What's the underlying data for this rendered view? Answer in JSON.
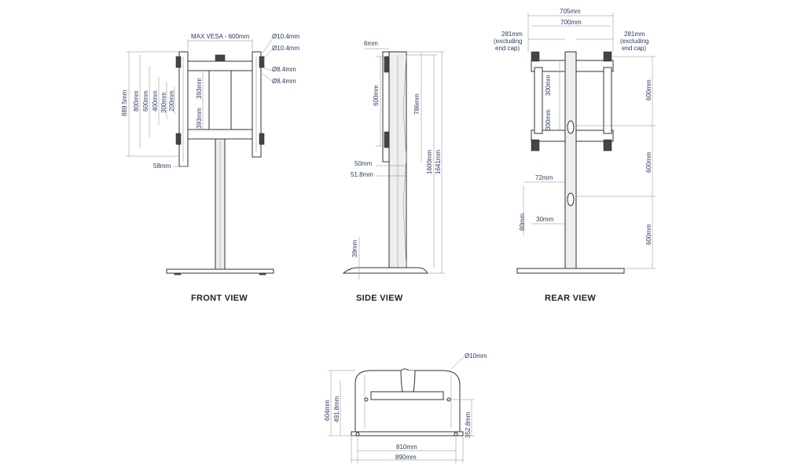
{
  "views": {
    "front": {
      "title": "FRONT VIEW",
      "dims": {
        "max_vesa": "MAX VESA - 600mm",
        "d1": "Ø10.4mm",
        "d2": "Ø10.4mm",
        "d3": "Ø8.4mm",
        "d4": "Ø8.4mm",
        "h_total": "889.5mm",
        "h_800": "800mm",
        "h_600": "600mm",
        "h_400": "400mm",
        "h_300": "300mm",
        "h_200": "200mm",
        "h_393a": "393mm",
        "h_393b": "393mm",
        "w_58": "58mm"
      }
    },
    "side": {
      "title": "SIDE VIEW",
      "dims": {
        "w_6": "6mm",
        "h_600": "600mm",
        "h_786": "786mm",
        "h_1600": "1600mm",
        "h_1641": "1641mm",
        "w_50": "50mm",
        "w_51_8": "51.8mm",
        "h_39": "39mm"
      }
    },
    "rear": {
      "title": "REAR VIEW",
      "dims": {
        "w_705": "705mm",
        "w_700": "700mm",
        "w_281_left": "281mm",
        "cap_left_1": "(excluding",
        "cap_left_2": "end cap)",
        "w_281_right": "281mm",
        "cap_right_1": "(excluding",
        "cap_right_2": "end cap)",
        "h_300a": "300mm",
        "h_300b": "300mm",
        "h_600a": "600mm",
        "h_600b": "600mm",
        "h_600c": "600mm",
        "w_72": "72mm",
        "h_80": "80mm",
        "w_30": "30mm"
      }
    },
    "base": {
      "dims": {
        "d_10": "Ø10mm",
        "h_604": "604mm",
        "h_491_8": "491.8mm",
        "h_352_8": "352.8mm",
        "w_810": "810mm",
        "w_890": "890mm"
      }
    }
  }
}
